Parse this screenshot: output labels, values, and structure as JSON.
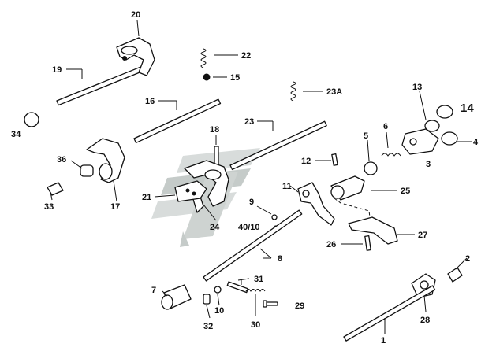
{
  "callouts": [
    {
      "id": "1",
      "label": "1"
    },
    {
      "id": "2",
      "label": "2"
    },
    {
      "id": "3",
      "label": "3"
    },
    {
      "id": "4",
      "label": "4"
    },
    {
      "id": "5",
      "label": "5"
    },
    {
      "id": "6",
      "label": "6"
    },
    {
      "id": "7",
      "label": "7"
    },
    {
      "id": "8",
      "label": "8"
    },
    {
      "id": "9",
      "label": "9"
    },
    {
      "id": "10",
      "label": "10"
    },
    {
      "id": "11",
      "label": "11"
    },
    {
      "id": "12",
      "label": "12"
    },
    {
      "id": "13",
      "label": "13"
    },
    {
      "id": "14",
      "label": "14"
    },
    {
      "id": "15",
      "label": "15"
    },
    {
      "id": "16",
      "label": "16"
    },
    {
      "id": "17",
      "label": "17"
    },
    {
      "id": "18",
      "label": "18"
    },
    {
      "id": "19",
      "label": "19"
    },
    {
      "id": "20",
      "label": "20"
    },
    {
      "id": "21",
      "label": "21"
    },
    {
      "id": "22",
      "label": "22"
    },
    {
      "id": "23",
      "label": "23"
    },
    {
      "id": "23A",
      "label": "23A"
    },
    {
      "id": "24",
      "label": "24"
    },
    {
      "id": "25",
      "label": "25"
    },
    {
      "id": "26",
      "label": "26"
    },
    {
      "id": "27",
      "label": "27"
    },
    {
      "id": "28",
      "label": "28"
    },
    {
      "id": "29",
      "label": "29"
    },
    {
      "id": "30",
      "label": "30"
    },
    {
      "id": "31",
      "label": "31"
    },
    {
      "id": "32",
      "label": "32"
    },
    {
      "id": "33",
      "label": "33"
    },
    {
      "id": "34",
      "label": "34"
    },
    {
      "id": "36",
      "label": "36"
    },
    {
      "id": "40-10",
      "label": "40/10"
    }
  ],
  "watermark": {
    "color_light": "#d4d9d8",
    "color_dark": "#bfc6c4"
  }
}
